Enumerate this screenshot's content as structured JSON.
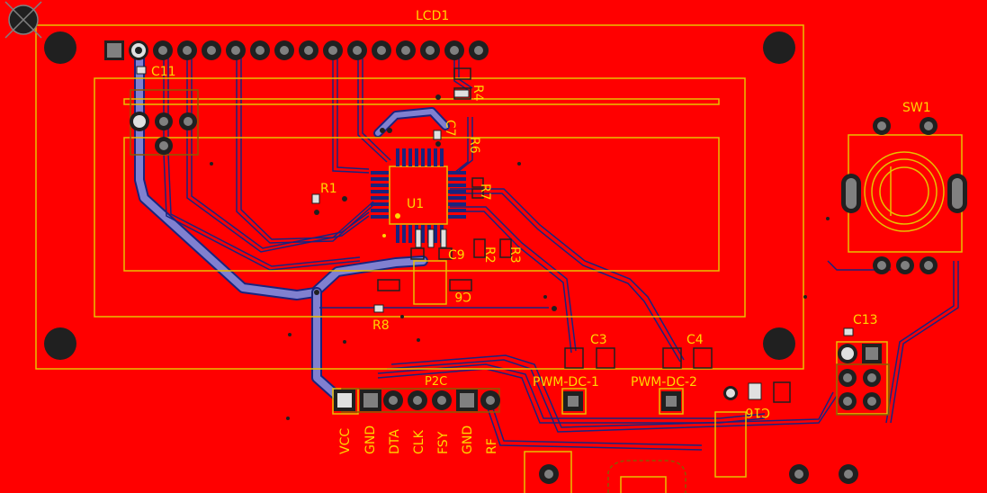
{
  "board": {
    "background": "#ff0000",
    "colors": {
      "silk": "#e8c000",
      "trace": "#1a237e",
      "trace_fill": "#8080d0",
      "pad_ring": "#c0c0c0",
      "hole": "#202020",
      "component_outline": "#8b5a00"
    },
    "labels": {
      "lcd": "LCD1",
      "sw": "SW1",
      "u1": "U1",
      "r1": "R1",
      "r2": "R2",
      "r3": "R3",
      "r4": "R4",
      "r6": "R6",
      "r7": "R7",
      "r8": "R8",
      "c3": "C3",
      "c4": "C4",
      "c6": "C6",
      "c7": "C7",
      "c9": "C9",
      "c11": "C11",
      "c13": "C13",
      "c16": "C16",
      "pwm1": "PWM-DC-1",
      "pwm2": "PWM-DC-2",
      "p2c": "P2C",
      "pin_vcc": "VCC",
      "pin_gnd1": "GND",
      "pin_dta": "DTA",
      "pin_clk": "CLK",
      "pin_fsy": "FSY",
      "pin_gnd2": "GND",
      "pin_rf": "RF"
    }
  }
}
